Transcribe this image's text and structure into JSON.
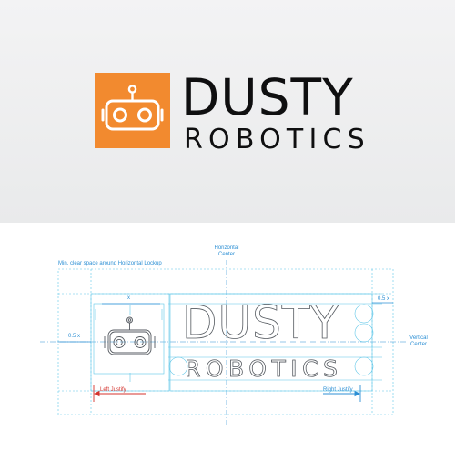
{
  "brand": {
    "name_line1": "DUSTY",
    "name_line2": "ROBOTICS",
    "icon": "robot-face-icon",
    "colors": {
      "accent_orange": "#f28a2f",
      "wordmark": "#0f0f10",
      "guide_cyan": "#5ec6e8",
      "guide_blue": "#2c8fd4",
      "annotation_red": "#d4332d"
    }
  },
  "guides": {
    "clear_space_label": "Min. clear space around Horizontal Lockup",
    "horizontal_center_label": "Horizontal\nCenter",
    "vertical_center_label": "Vertical\nCenter",
    "half_x_left": "0.5 x",
    "half_x_right": "0.5 x",
    "x_label": "x",
    "left_justify_label": "Left Justify",
    "right_justify_label": "Right Justify"
  }
}
